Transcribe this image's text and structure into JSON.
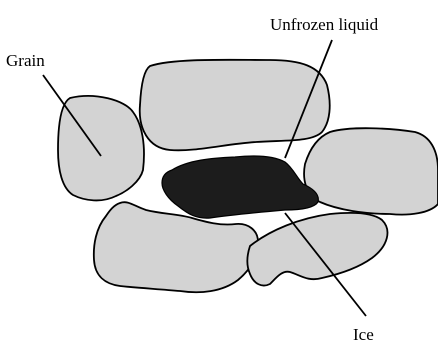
{
  "labels": {
    "grain": "Grain",
    "unfrozen_liquid": "Unfrozen liquid",
    "ice": "Ice"
  }
}
